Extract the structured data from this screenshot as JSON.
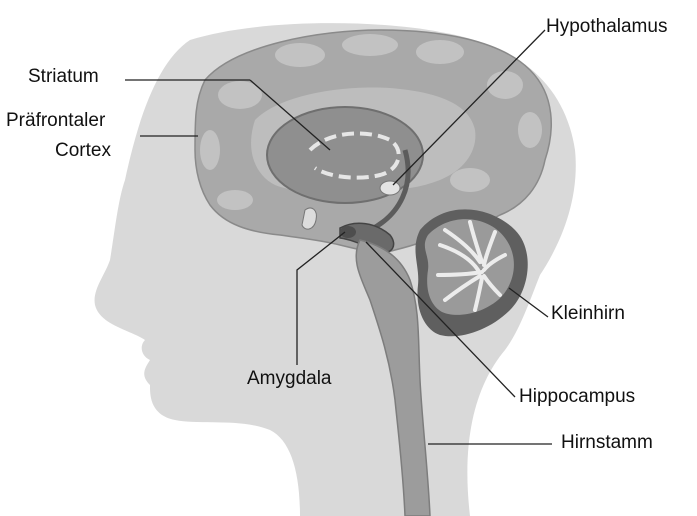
{
  "labels": {
    "striatum": "Striatum",
    "prefrontal_line1": "Präfrontaler",
    "prefrontal_line2": "Cortex",
    "hypothalamus": "Hypothalamus",
    "cerebellum": "Kleinhirn",
    "amygdala": "Amygdala",
    "hippocampus": "Hippocampus",
    "brainstem": "Hirnstamm"
  },
  "colors": {
    "head": "#d9d9d9",
    "brain": "#a9a9a9",
    "brain_fold": "#c2c2c2",
    "striatum": "#8f8f8f",
    "dark_structure": "#5c5c5c",
    "leader_line": "#222222"
  }
}
